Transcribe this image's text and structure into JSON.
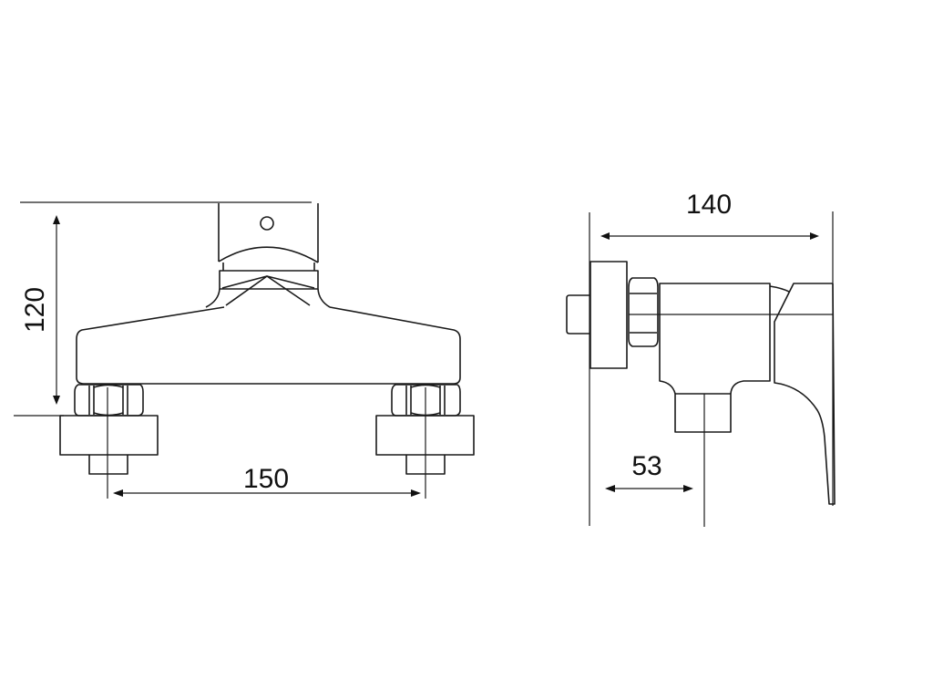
{
  "drawing": {
    "front_view": {
      "dimension_height": "120",
      "dimension_spacing": "150"
    },
    "side_view": {
      "dimension_depth": "140",
      "dimension_outlet_offset": "53"
    },
    "line_color": "#1a1a1a"
  }
}
